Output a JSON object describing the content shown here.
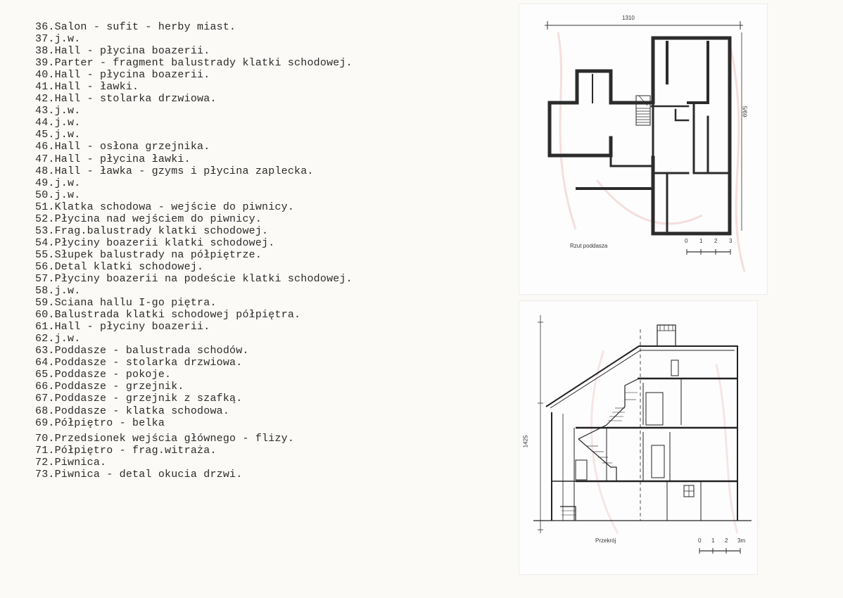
{
  "captions": [
    "36.Salon - sufit - herby miast.",
    "37.j.w.",
    "38.Hall - płycina boazerii.",
    "39.Parter - fragment balustrady klatki schodowej.",
    "40.Hall - płycina boazerii.",
    "41.Hall - ławki.",
    "42.Hall - stolarka drzwiowa.",
    "43.j.w.",
    "44.j.w.",
    "45.j.w.",
    "46.Hall - osłona grzejnika.",
    "47.Hall - płycina ławki.",
    "48.Hall - ławka - gzyms i płycina zaplecka.",
    "49.j.w.",
    "50.j.w.",
    "51.Klatka schodowa - wejście do piwnicy.",
    "52.Płycina nad wejściem do piwnicy.",
    "53.Frag.balustrady klatki schodowej.",
    "54.Płyciny boazerii klatki schodowej.",
    "55.Słupek balustrady na półpiętrze.",
    "56.Detal klatki schodowej.",
    "57.Płyciny boazerii na podeście klatki schodowej.",
    "58.j.w.",
    "59.Sciana hallu I-go piętra.",
    "60.Balustrada klatki schodowej półpiętra.",
    "61.Hall - płyciny boazerii.",
    "62.j.w.",
    "63.Poddasze - balustrada schodów.",
    "64.Poddasze - stolarka drzwiowa.",
    "65.Poddasze - pokoje.",
    "66.Poddasze - grzejnik.",
    "67.Poddasze - grzejnik z szafką.",
    "68.Poddasze - klatka schodowa.",
    "69.Półpiętro - belka",
    "70.Przedsionek wejścia głównego - flizy.",
    "71.Półpiętro - frag.witraża.",
    "72.Piwnica.",
    "73.Piwnica - detal okucia drzwi."
  ],
  "plan": {
    "title": "Rzut poddasza",
    "dim_width": "1310",
    "dim_depth": "5/69",
    "scale_labels": [
      "0",
      "1",
      "2",
      "3"
    ]
  },
  "section": {
    "title": "Przekrój",
    "dim_height": "1425",
    "scale_labels": [
      "0",
      "1",
      "2",
      "3m"
    ]
  }
}
